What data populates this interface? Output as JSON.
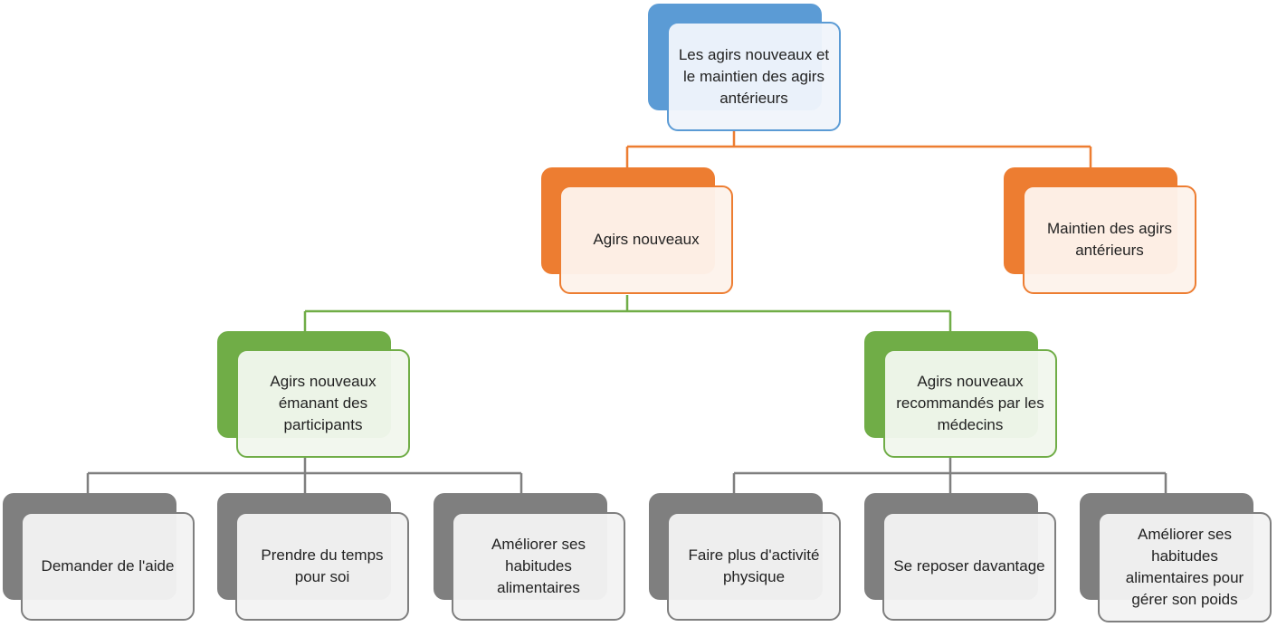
{
  "colors": {
    "level1": "#5b9bd5",
    "level2": "#ed7d31",
    "level3": "#70ad47",
    "level4": "#7f7f7f"
  },
  "root": "Les agirs nouveaux et le maintien des agirs antérieurs",
  "level2": [
    "Agirs nouveaux",
    "Maintien des agirs antérieurs"
  ],
  "level3": [
    "Agirs nouveaux émanant des participants",
    "Agirs nouveaux recommandés par les médecins"
  ],
  "level4": [
    "Demander de l'aide",
    "Prendre du temps pour soi",
    "Améliorer ses habitudes alimentaires",
    "Faire plus d'activité physique",
    "Se reposer davantage",
    "Améliorer ses habitudes alimentaires pour gérer son poids"
  ]
}
